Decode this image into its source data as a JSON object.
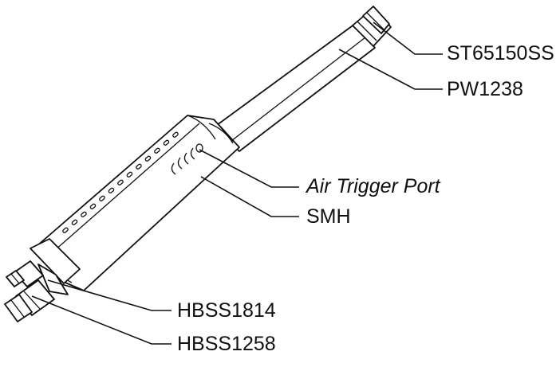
{
  "labels": {
    "st65150ss": "ST65150SS",
    "pw1238": "PW1238",
    "air_trigger_port": "Air Trigger Port",
    "smh": "SMH",
    "hbss1814": "HBSS1814",
    "hbss1258": "HBSS1258"
  }
}
